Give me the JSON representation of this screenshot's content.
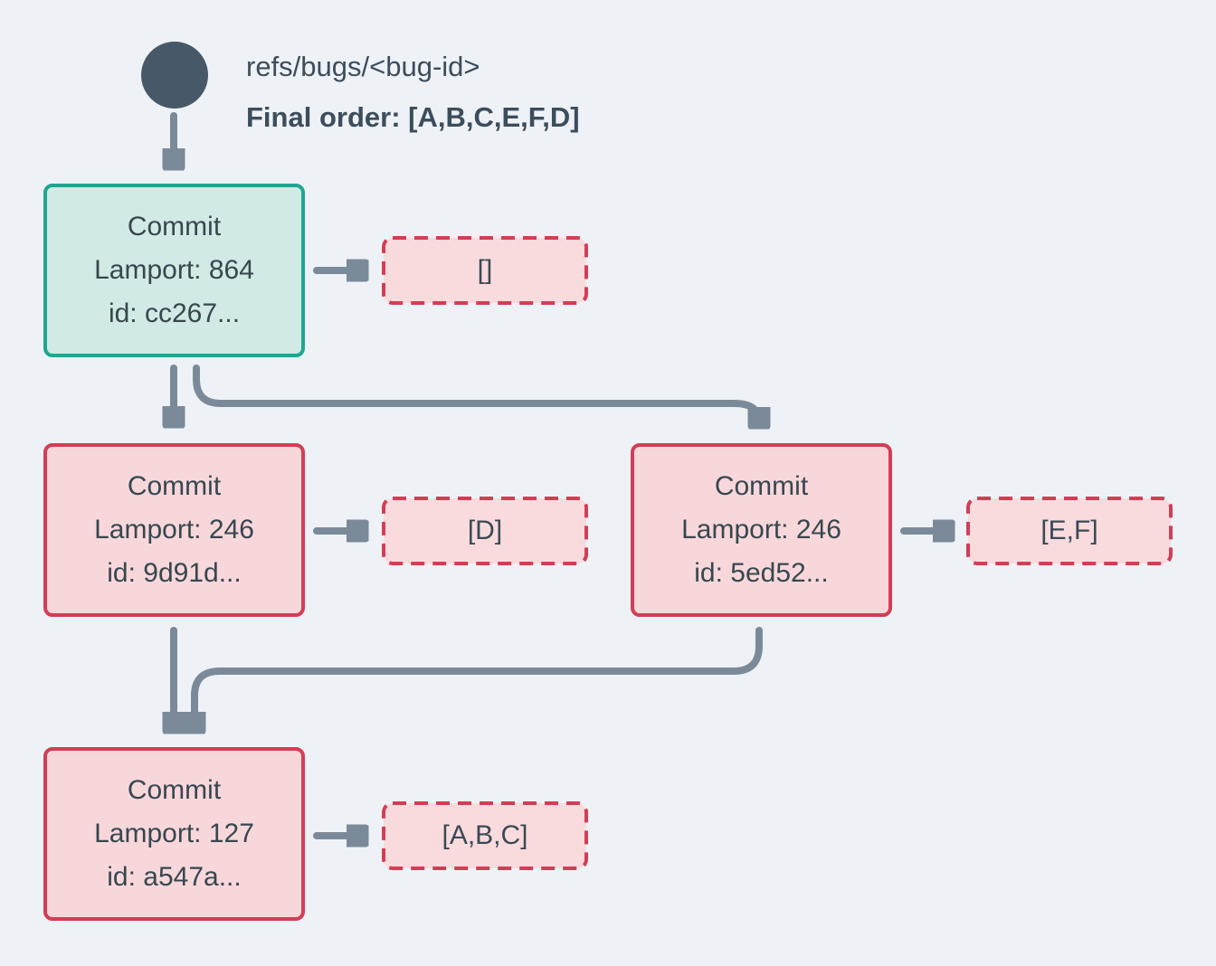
{
  "header": {
    "ref_label": "refs/bugs/<bug-id>",
    "final_order": "Final order: [A,B,C,E,F,D]"
  },
  "commits": [
    {
      "title": "Commit",
      "lamport": "Lamport: 864",
      "id": "id: cc267...",
      "items": "[]"
    },
    {
      "title": "Commit",
      "lamport": "Lamport: 246",
      "id": "id: 9d91d...",
      "items": "[D]"
    },
    {
      "title": "Commit",
      "lamport": "Lamport: 246",
      "id": "id: 5ed52...",
      "items": "[E,F]"
    },
    {
      "title": "Commit",
      "lamport": "Lamport: 127",
      "id": "id: a547a...",
      "items": "[A,B,C]"
    }
  ],
  "colors": {
    "background": "#eef2f6",
    "ref_node": "#475869",
    "text": "#37474f",
    "arrow": "#7b8a99",
    "teal_border": "#20a591",
    "teal_fill": "#d1eae5",
    "red_border": "#d23e55",
    "pink_fill": "#f8d7db",
    "pink_fill_dashed": "#f9dbde"
  }
}
